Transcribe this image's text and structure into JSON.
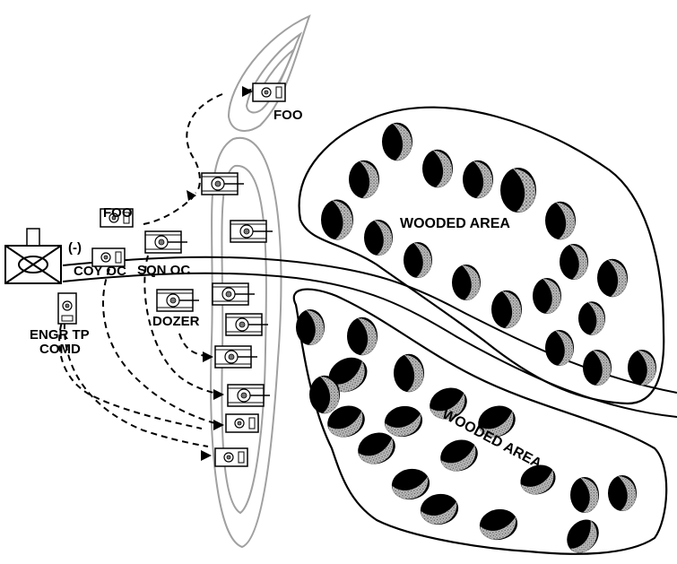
{
  "labels": {
    "foo_top": "FOO",
    "foo_left": "FOO",
    "minus": "(-)",
    "coy_oc": "COY OC",
    "sqn_oc": "SQN OC",
    "engr_tp": "ENGR TP",
    "comd": "COMD",
    "dozer": "DOZER",
    "wooded_area_upper": "WOODED AREA",
    "wooded_area_lower": "WOODED AREA"
  },
  "icons": {
    "unit_symbol": "infantry-company-symbol",
    "vehicle": "tracked-vehicle-icon",
    "tree": "tree-canopy-icon"
  },
  "colors": {
    "ink": "#000000",
    "contour": "#a0a0a0",
    "tree_texture": "#9a9a9a",
    "background": "#ffffff"
  }
}
